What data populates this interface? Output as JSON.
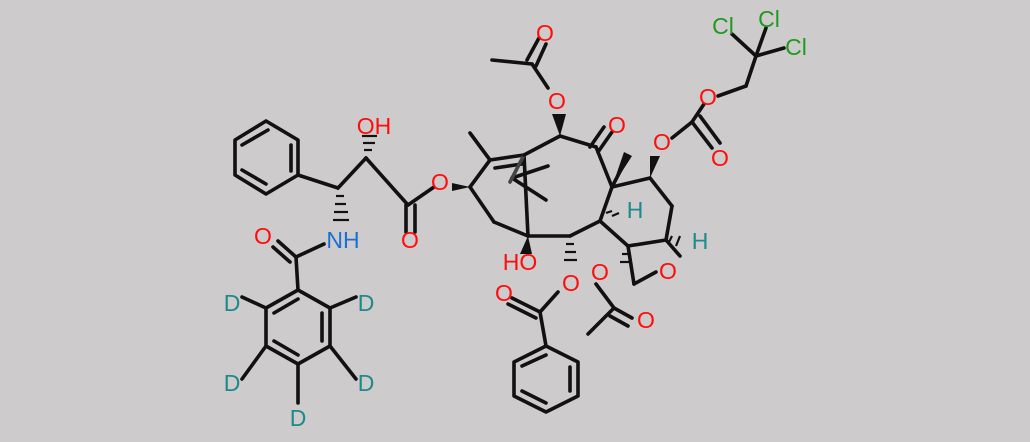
{
  "colors": {
    "background": "#cdcbcb",
    "bond": "#111111",
    "oxygen": "#ff0d0d",
    "nitrogen": "#1d6fd6",
    "chlorine": "#1f9a1f",
    "deuterium": "#1f8a8a",
    "hydrogen": "#1f8a8a"
  },
  "atoms": {
    "oh_side": "OH",
    "nh": "NH",
    "o_amide": "O",
    "o_ester_carbonyl": "O",
    "o_ester_link": "O",
    "oh_core": "HO",
    "o_acetate_top": "O",
    "o_acetate_top_carbonyl": "O",
    "o_ketone": "O",
    "o_carbonate": "O",
    "o_carbonate_carbonyl": "O",
    "o_carbonate_link": "O",
    "cl_1": "Cl",
    "cl_2": "Cl",
    "cl_3": "Cl",
    "h_ring": "H",
    "h_oxetane": "H",
    "o_oxetane": "O",
    "o_benzoate": "O",
    "o_benzoate_carbonyl": "O",
    "o_acetate_bottom": "O",
    "o_acetate_bottom_carbonyl": "O",
    "d_1": "D",
    "d_2": "D",
    "d_3": "D",
    "d_4": "D",
    "d_5": "D"
  }
}
